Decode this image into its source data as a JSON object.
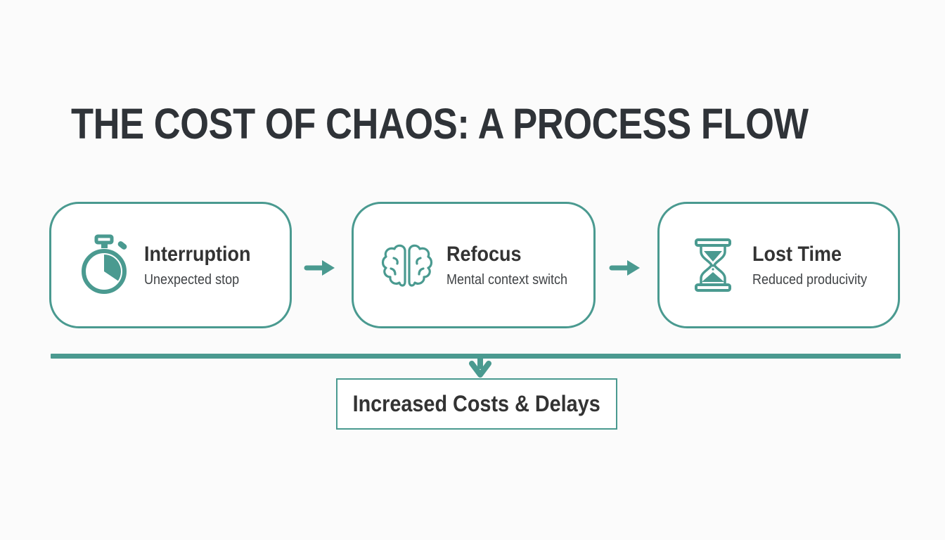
{
  "title": "THE COST OF CHAOS: A PROCESS FLOW",
  "colors": {
    "accent": "#4A9A90",
    "title_text": "#2F3338",
    "card_title": "#333333",
    "subtitle": "#3F4245",
    "background": "#FBFBFB"
  },
  "steps": [
    {
      "title": "Interruption",
      "subtitle": "Unexpected stop",
      "icon": "stopwatch-icon"
    },
    {
      "title": "Refocus",
      "subtitle": "Mental context switch",
      "icon": "brain-icon"
    },
    {
      "title": "Lost Time",
      "subtitle": "Reduced producivity",
      "icon": "hourglass-icon"
    }
  ],
  "connectors": {
    "between_steps": "right-arrow",
    "to_result": "down-arrow"
  },
  "result": {
    "label": "Increased Costs & Delays"
  }
}
